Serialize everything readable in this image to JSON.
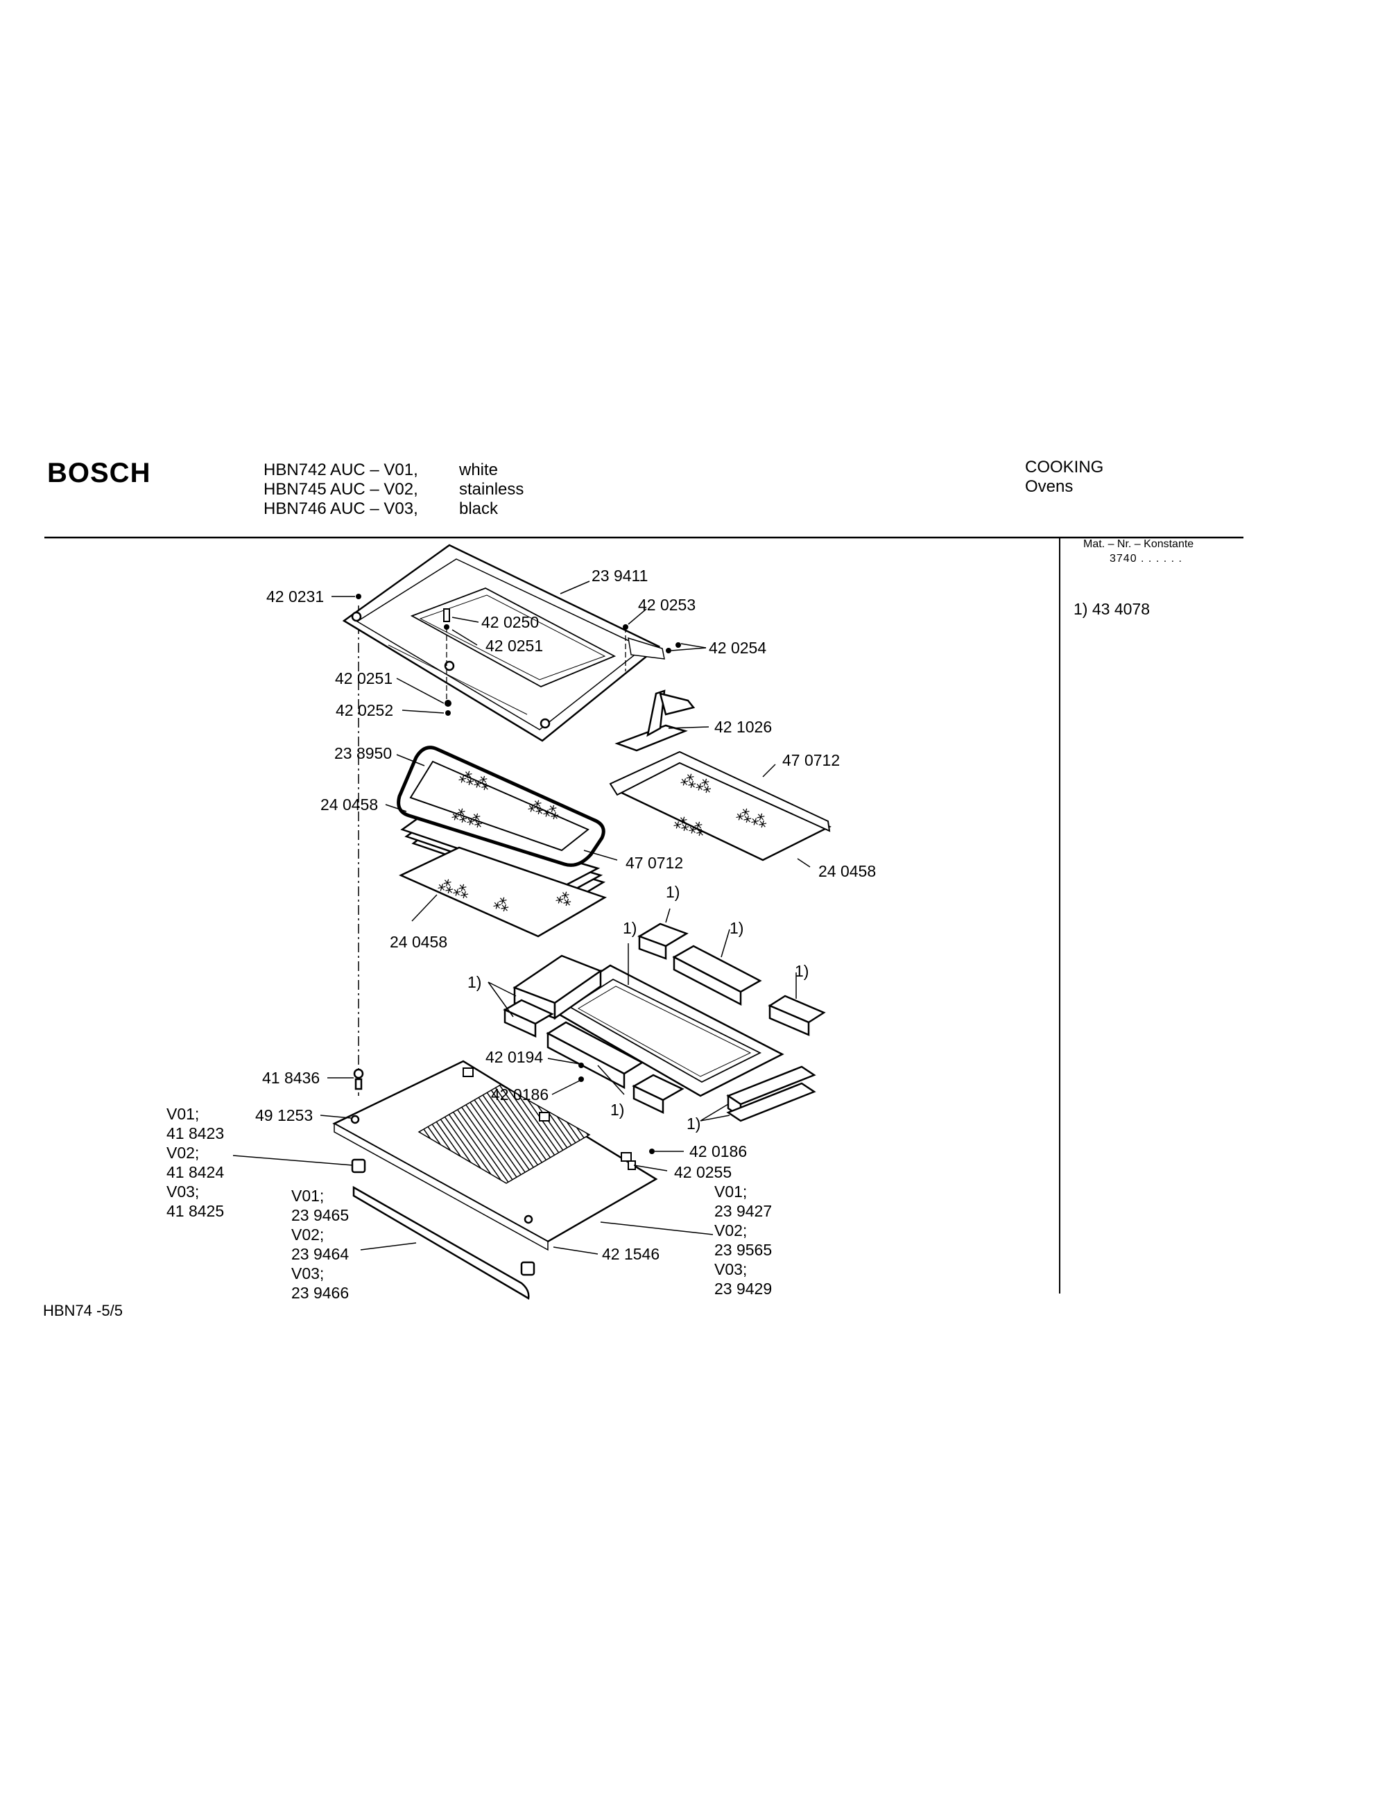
{
  "header": {
    "brand": "BOSCH",
    "models": [
      {
        "model": "HBN742 AUC – V01,",
        "color": "white"
      },
      {
        "model": "HBN745 AUC – V02,",
        "color": "stainless"
      },
      {
        "model": "HBN746 AUC – V03,",
        "color": "black"
      }
    ],
    "category": "COOKING",
    "subcategory": "Ovens"
  },
  "side_panel": {
    "mat_label": "Mat. – Nr. – Konstante",
    "konstante": "3740 . .   . . . .",
    "footnote": "1) 43 4078"
  },
  "footer": {
    "page_id": "HBN74  -5/5"
  },
  "parts": {
    "p239411": "23 9411",
    "p420231": "42 0231",
    "p420250": "42 0250",
    "p420251a": "42 0251",
    "p420253": "42 0253",
    "p420254": "42 0254",
    "p420251b": "42 0251",
    "p420252": "42 0252",
    "p421026": "42 1026",
    "p238950": "23 8950",
    "p470712a": "47 0712",
    "p240458a": "24 0458",
    "p470712b": "47 0712",
    "p240458b": "24 0458",
    "p240458c": "24 0458",
    "fn1a": "1)",
    "fn1b": "1)",
    "fn1c": "1)",
    "fn1d": "1)",
    "fn1e": "1)",
    "fn1f": "1)",
    "fn1g": "1)",
    "p420194": "42 0194",
    "p420186a": "42 0186",
    "p418436": "41 8436",
    "p491253": "49 1253",
    "p420186b": "42 0186",
    "p420255": "42 0255",
    "p421546": "42 1546",
    "left_variants": [
      "V01;",
      "41 8423",
      "V02;",
      "41 8424",
      "V03;",
      "41 8425"
    ],
    "mid_variants": [
      "V01;",
      "23 9465",
      "V02;",
      "23 9464",
      "V03;",
      "23 9466"
    ],
    "right_variants": [
      "V01;",
      "23 9427",
      "V02;",
      "23 9565",
      "V03;",
      "23 9429"
    ]
  }
}
